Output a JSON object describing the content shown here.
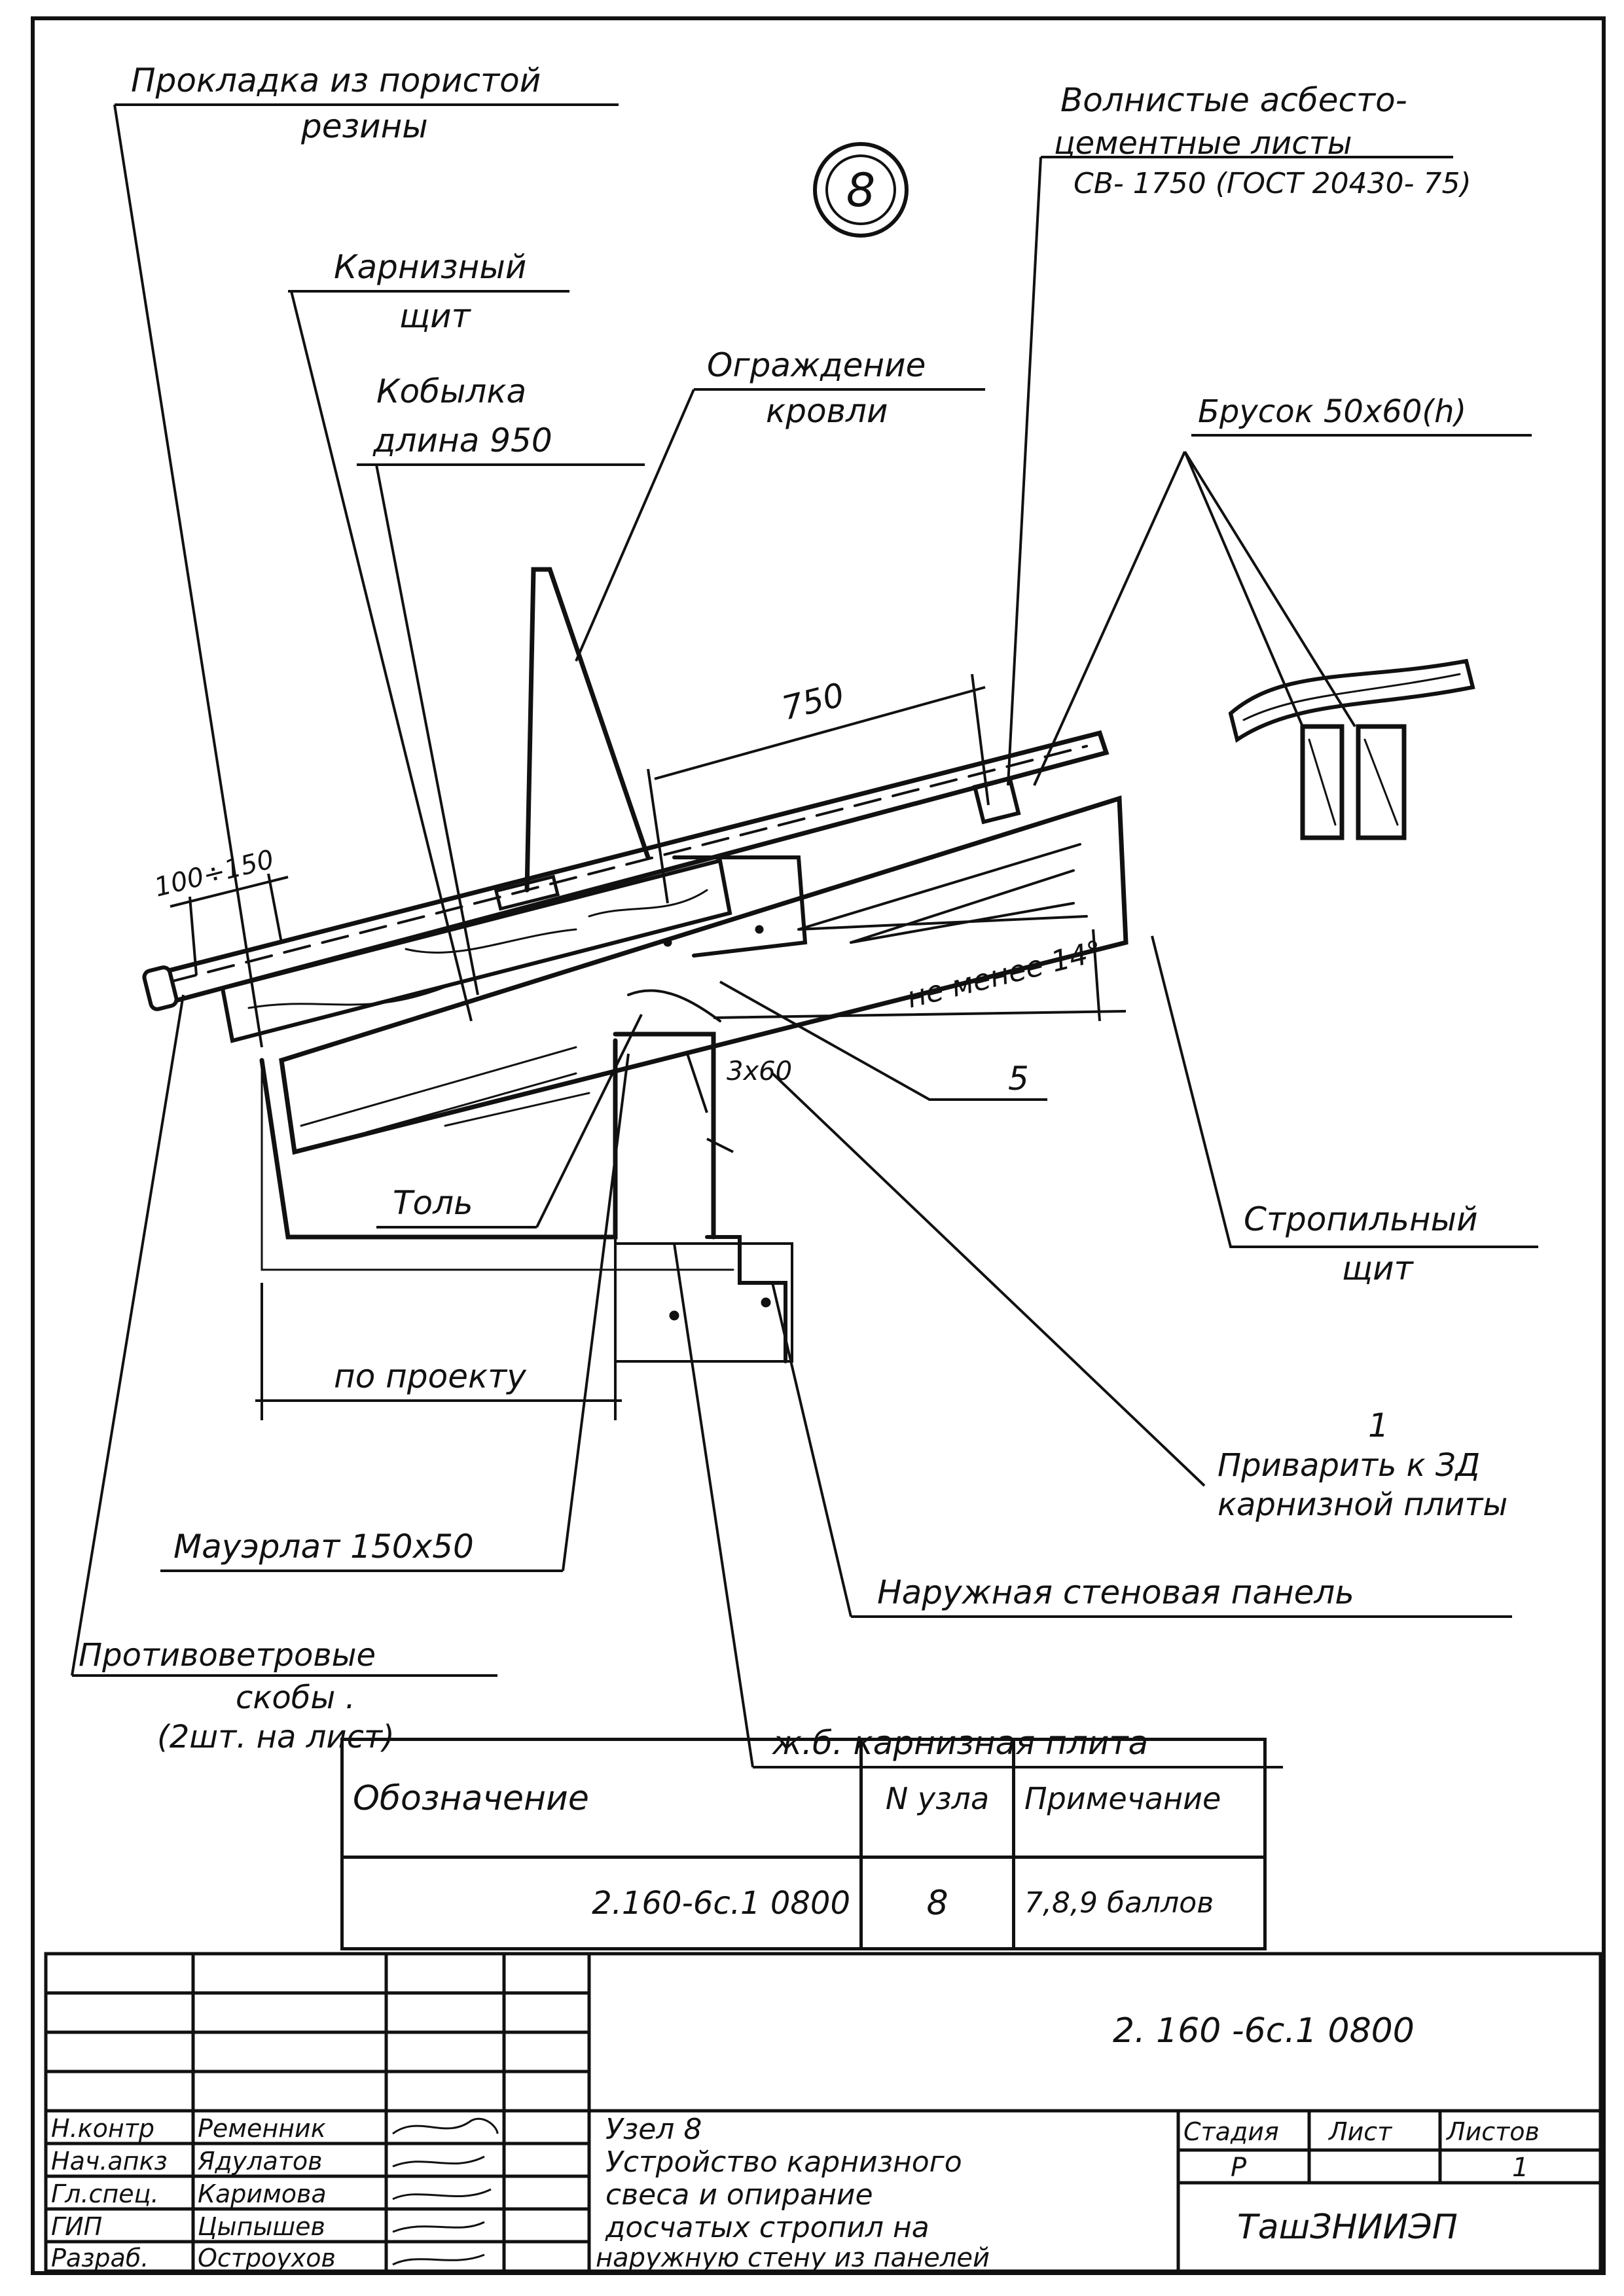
{
  "node_number": "8",
  "labels": {
    "gasket_1": "Прокладка из пористой",
    "gasket_2": "резины",
    "cornice_shield_1": "Карнизный",
    "cornice_shield_2": "щит",
    "kobylka_1": "Кобылка",
    "kobylka_2": "длина 950",
    "roof_fence_1": "Ограждение",
    "roof_fence_2": "кровли",
    "sheets_1": "Волнистые асбесто-",
    "sheets_2": "цементные листы",
    "sheets_3": "СВ- 1750 (ГОСТ 20430- 75)",
    "bar": "Брусок 50х60(h)",
    "dim_750": "750",
    "dim_100_150": "100÷150",
    "angle": "не менее 14°",
    "dim_3x60": "3х60",
    "pos_5": "5",
    "rafter_shield_1": "Стропильный",
    "rafter_shield_2": "щит",
    "tol": "Толь",
    "by_project": "по проекту",
    "pos_1": "1",
    "weld_1": "Приварить к ЗД",
    "weld_2": "карнизной плиты",
    "mauerlat": "Мауэрлат  150х50",
    "outer_panel": "Наружная  стеновая панель",
    "wind_1": "Противоветровые",
    "wind_2": "скобы .",
    "wind_3": "(2шт. на лист)",
    "slab": "ж.б. карнизная плита"
  },
  "spec_table": {
    "header": {
      "designation": "Обозначение",
      "node": "N узла",
      "note": "Примечание"
    },
    "rows": [
      {
        "designation": "2.160-6с.1 0800",
        "node": "8",
        "note": "7,8,9 баллов"
      }
    ]
  },
  "title_block": {
    "code": "2. 160 -6с.1   0800",
    "roles": [
      "Н.контр",
      "Нач.апкз",
      "Гл.спец.",
      "ГИП",
      "Разраб."
    ],
    "names": [
      "Ременник",
      "Ядулатов",
      "Каримова",
      "Цыпышев",
      "Остроухов"
    ],
    "title_lines": [
      "Узел 8",
      "Устройство карнизного",
      "свеса и опирание",
      "досчатых стропил на",
      "наружную стену из панелей"
    ],
    "stage_header": "Стадия",
    "sheet_header": "Лист",
    "sheets_header": "Листов",
    "stage": "Р",
    "sheet": "",
    "sheets": "1",
    "org": "ТашЗНИИЭП"
  }
}
